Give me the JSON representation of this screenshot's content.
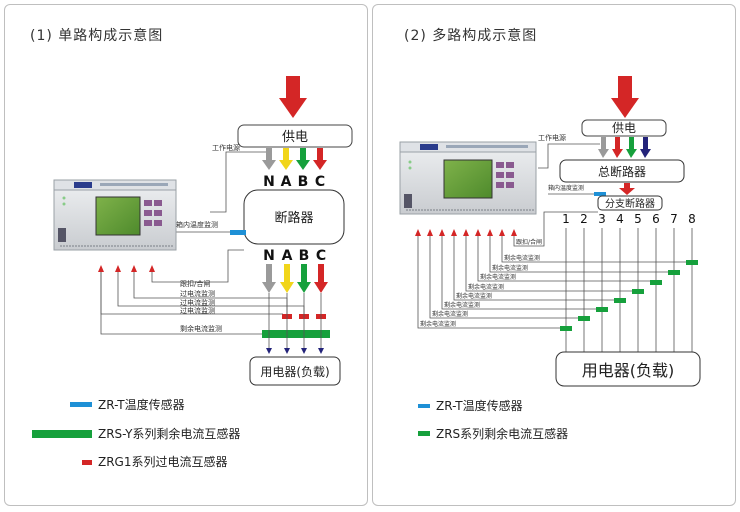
{
  "left": {
    "title": "(1) 单路构成示意图",
    "supply_label": "供电",
    "work_power_label": "工作电源",
    "phases_top": [
      "N",
      "A",
      "B",
      "C"
    ],
    "phases_bottom": [
      "N",
      "A",
      "B",
      "C"
    ],
    "breaker_label": "断路器",
    "temp_monitor_label": "箱内温度监测",
    "open_close_label": "跟扣/合闸",
    "overcurrent_labels": [
      "过电流监测",
      "过电流监测",
      "过电流监测"
    ],
    "residual_label": "剩余电流监测",
    "load_label": "用电器(负载)",
    "legend": [
      {
        "text": "ZR-T温度传感器",
        "color": "#1e90d6"
      },
      {
        "text": "ZRS-Y系列剩余电流互感器",
        "color": "#16a03c"
      },
      {
        "text": "ZRG1系列过电流互感器",
        "color": "#d42626"
      }
    ]
  },
  "right": {
    "title": "(2) 多路构成示意图",
    "supply_label": "供电",
    "work_power_label": "工作电源",
    "main_breaker_label": "总断路器",
    "temp_monitor_label": "箱内温度监测",
    "branch_breaker_label": "分支断路器",
    "open_close_label": "跟扣/合闸",
    "branch_numbers": [
      "1",
      "2",
      "3",
      "4",
      "5",
      "6",
      "7",
      "8"
    ],
    "residual_labels": [
      "剩余电流监测",
      "剩余电流监测",
      "剩余电流监测",
      "剩余电流监测",
      "剩余电流监测",
      "剩余电流监测",
      "剩余电流监测",
      "剩余电流监测"
    ],
    "load_label": "用电器(负载)",
    "legend": [
      {
        "text": "ZR-T温度传感器",
        "color": "#1e90d6"
      },
      {
        "text": "ZRS系列剩余电流互感器",
        "color": "#16a03c"
      }
    ]
  },
  "colors": {
    "supply_arrow": "#d42626",
    "phase_n": "#9a9a9a",
    "phase_a": "#f1d51a",
    "phase_b": "#16a03c",
    "phase_c": "#d42626",
    "phase_dark": "#23237a"
  }
}
